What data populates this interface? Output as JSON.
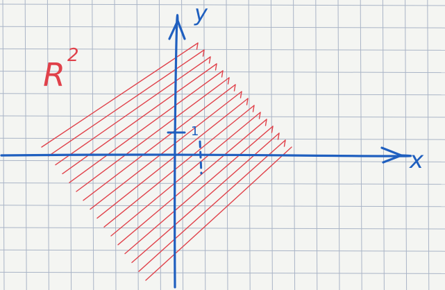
{
  "figure": {
    "set_label": "R",
    "set_exponent": "2",
    "x_axis_label": "x",
    "y_axis_label": "y",
    "unit_tick_label": "1"
  },
  "colors": {
    "paper": "#f4f5f2",
    "grid": "#a9b4c6",
    "axes": "#1f5fbf",
    "shading": "#e0414a",
    "label": "#e0414a"
  }
}
